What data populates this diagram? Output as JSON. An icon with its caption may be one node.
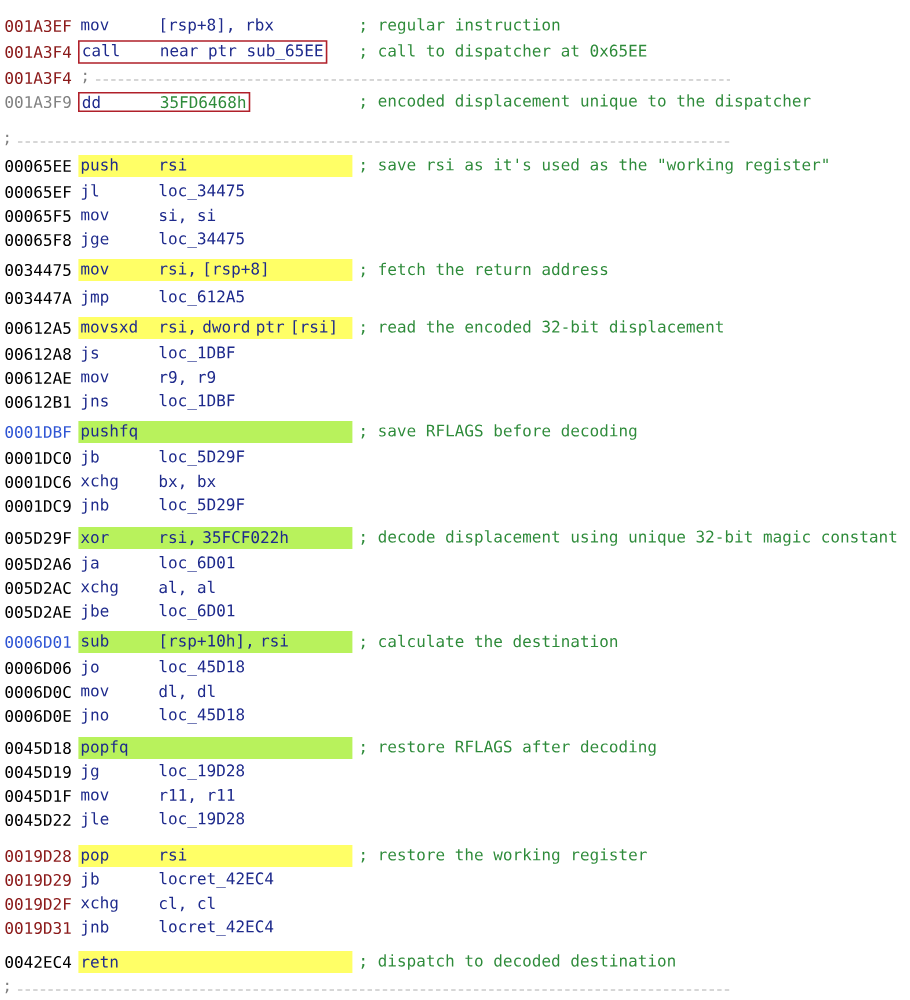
{
  "diagram": {
    "nodes": [
      {
        "text": [
          "call",
          "near ptr sub_65EE"
        ],
        "beside": [
          "; call to dispatcher at 0x65EE"
        ]
      },
      {
        "text": [
          "dd",
          "35FD6468h"
        ]
      },
      {
        "text": [
          "push",
          "rsi"
        ],
        "beside": [
          "; save rsi as it's used as the \"working register\""
        ]
      },
      {
        "text": [
          "mov",
          "rsi, [rsp+8]"
        ],
        "beside": [
          "; fetch the return address"
        ]
      },
      {
        "text": [
          "movsxd",
          "rsi, dword ptr [rsi]"
        ],
        "beside": [
          "; read the encoded 32-bit displacement"
        ]
      },
      {
        "text": [
          "pushfq"
        ],
        "beside": [
          "; save RFLAGS before decoding"
        ]
      },
      {
        "text": [
          "xor",
          "rsi, 35FCF022h"
        ],
        "beside": [
          "; decode displacement using unique 32-bit magic constant"
        ]
      },
      {
        "text": [
          "sub",
          "[rsp+10h], rsi"
        ],
        "beside": [
          "; calculate the destination"
        ]
      },
      {
        "text": [
          "popfq"
        ],
        "beside": [
          "; restore RFLAGS after decoding"
        ]
      },
      {
        "text": [
          "pop",
          "rsi"
        ],
        "beside": [
          "; restore the working register"
        ]
      },
      {
        "text": [
          "retn"
        ],
        "beside": [
          "; dispatch to decoded destination"
        ]
      }
    ],
    "labels": [
      "001A3EF",
      "mov",
      "[rsp+8], rbx",
      "; regular instruction",
      "001A3F4",
      "001A3F4",
      ";",
      "001A3F9",
      "; encoded displacement unique to the dispatcher",
      ";",
      "00065EE",
      "00065EF",
      "jl",
      "loc_34475",
      "00065F5",
      "mov",
      "si, si",
      "00065F8",
      "jge",
      "loc_34475",
      "0034475",
      "003447A",
      "jmp",
      "loc_612A5",
      "00612A5",
      "00612A8",
      "js",
      "loc_1DBF",
      "00612AE",
      "mov",
      "r9, r9",
      "00612B1",
      "jns",
      "loc_1DBF",
      "0001DBF",
      "0001DC0",
      "jb",
      "loc_5D29F",
      "0001DC6",
      "xchg",
      "bx, bx",
      "0001DC9",
      "jnb",
      "loc_5D29F",
      "005D29F",
      "005D2A6",
      "ja",
      "loc_6D01",
      "005D2AC",
      "xchg",
      "al, al",
      "005D2AE",
      "jbe",
      "loc_6D01",
      "0006D01",
      "0006D06",
      "jo",
      "loc_45D18",
      "0006D0C",
      "mov",
      "dl, dl",
      "0006D0E",
      "jno",
      "loc_45D18",
      "0045D18",
      "0045D19",
      "jg",
      "loc_19D28",
      "0045D1F",
      "mov",
      "r11, r11",
      "0045D22",
      "jle",
      "loc_19D28",
      "0019D28",
      "0019D29",
      "jb",
      "locret_42EC4",
      "0019D2F",
      "xchg",
      "cl, cl",
      "0019D31",
      "jnb",
      "locret_42EC4",
      "0042EC4",
      ";"
    ]
  }
}
